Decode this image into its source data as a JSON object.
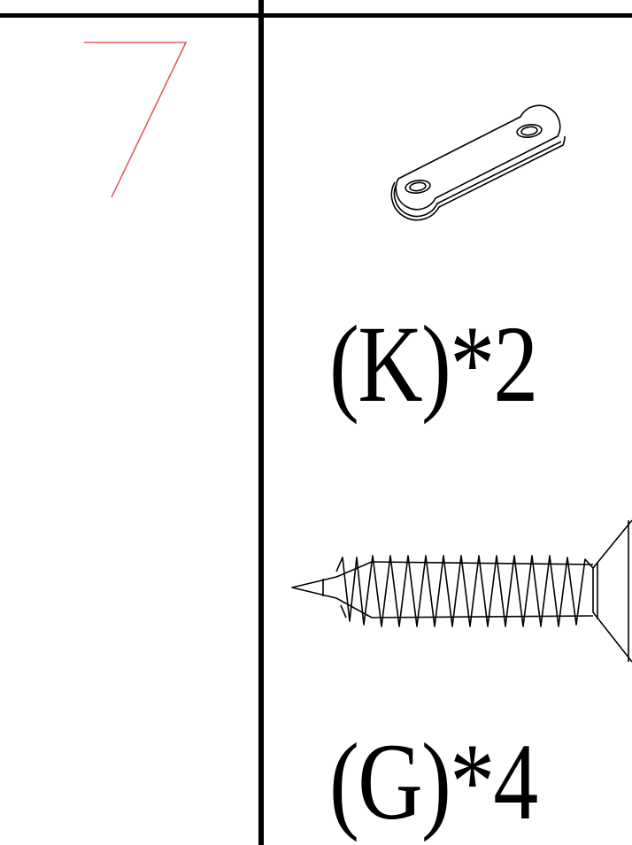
{
  "step": {
    "number": "7",
    "color": "#e85a5a"
  },
  "parts": [
    {
      "id": "K",
      "label": "(K)*2",
      "icon": "flat-mending-plate-icon"
    },
    {
      "id": "G",
      "label": "(G)*4",
      "icon": "flat-head-screw-icon"
    }
  ]
}
